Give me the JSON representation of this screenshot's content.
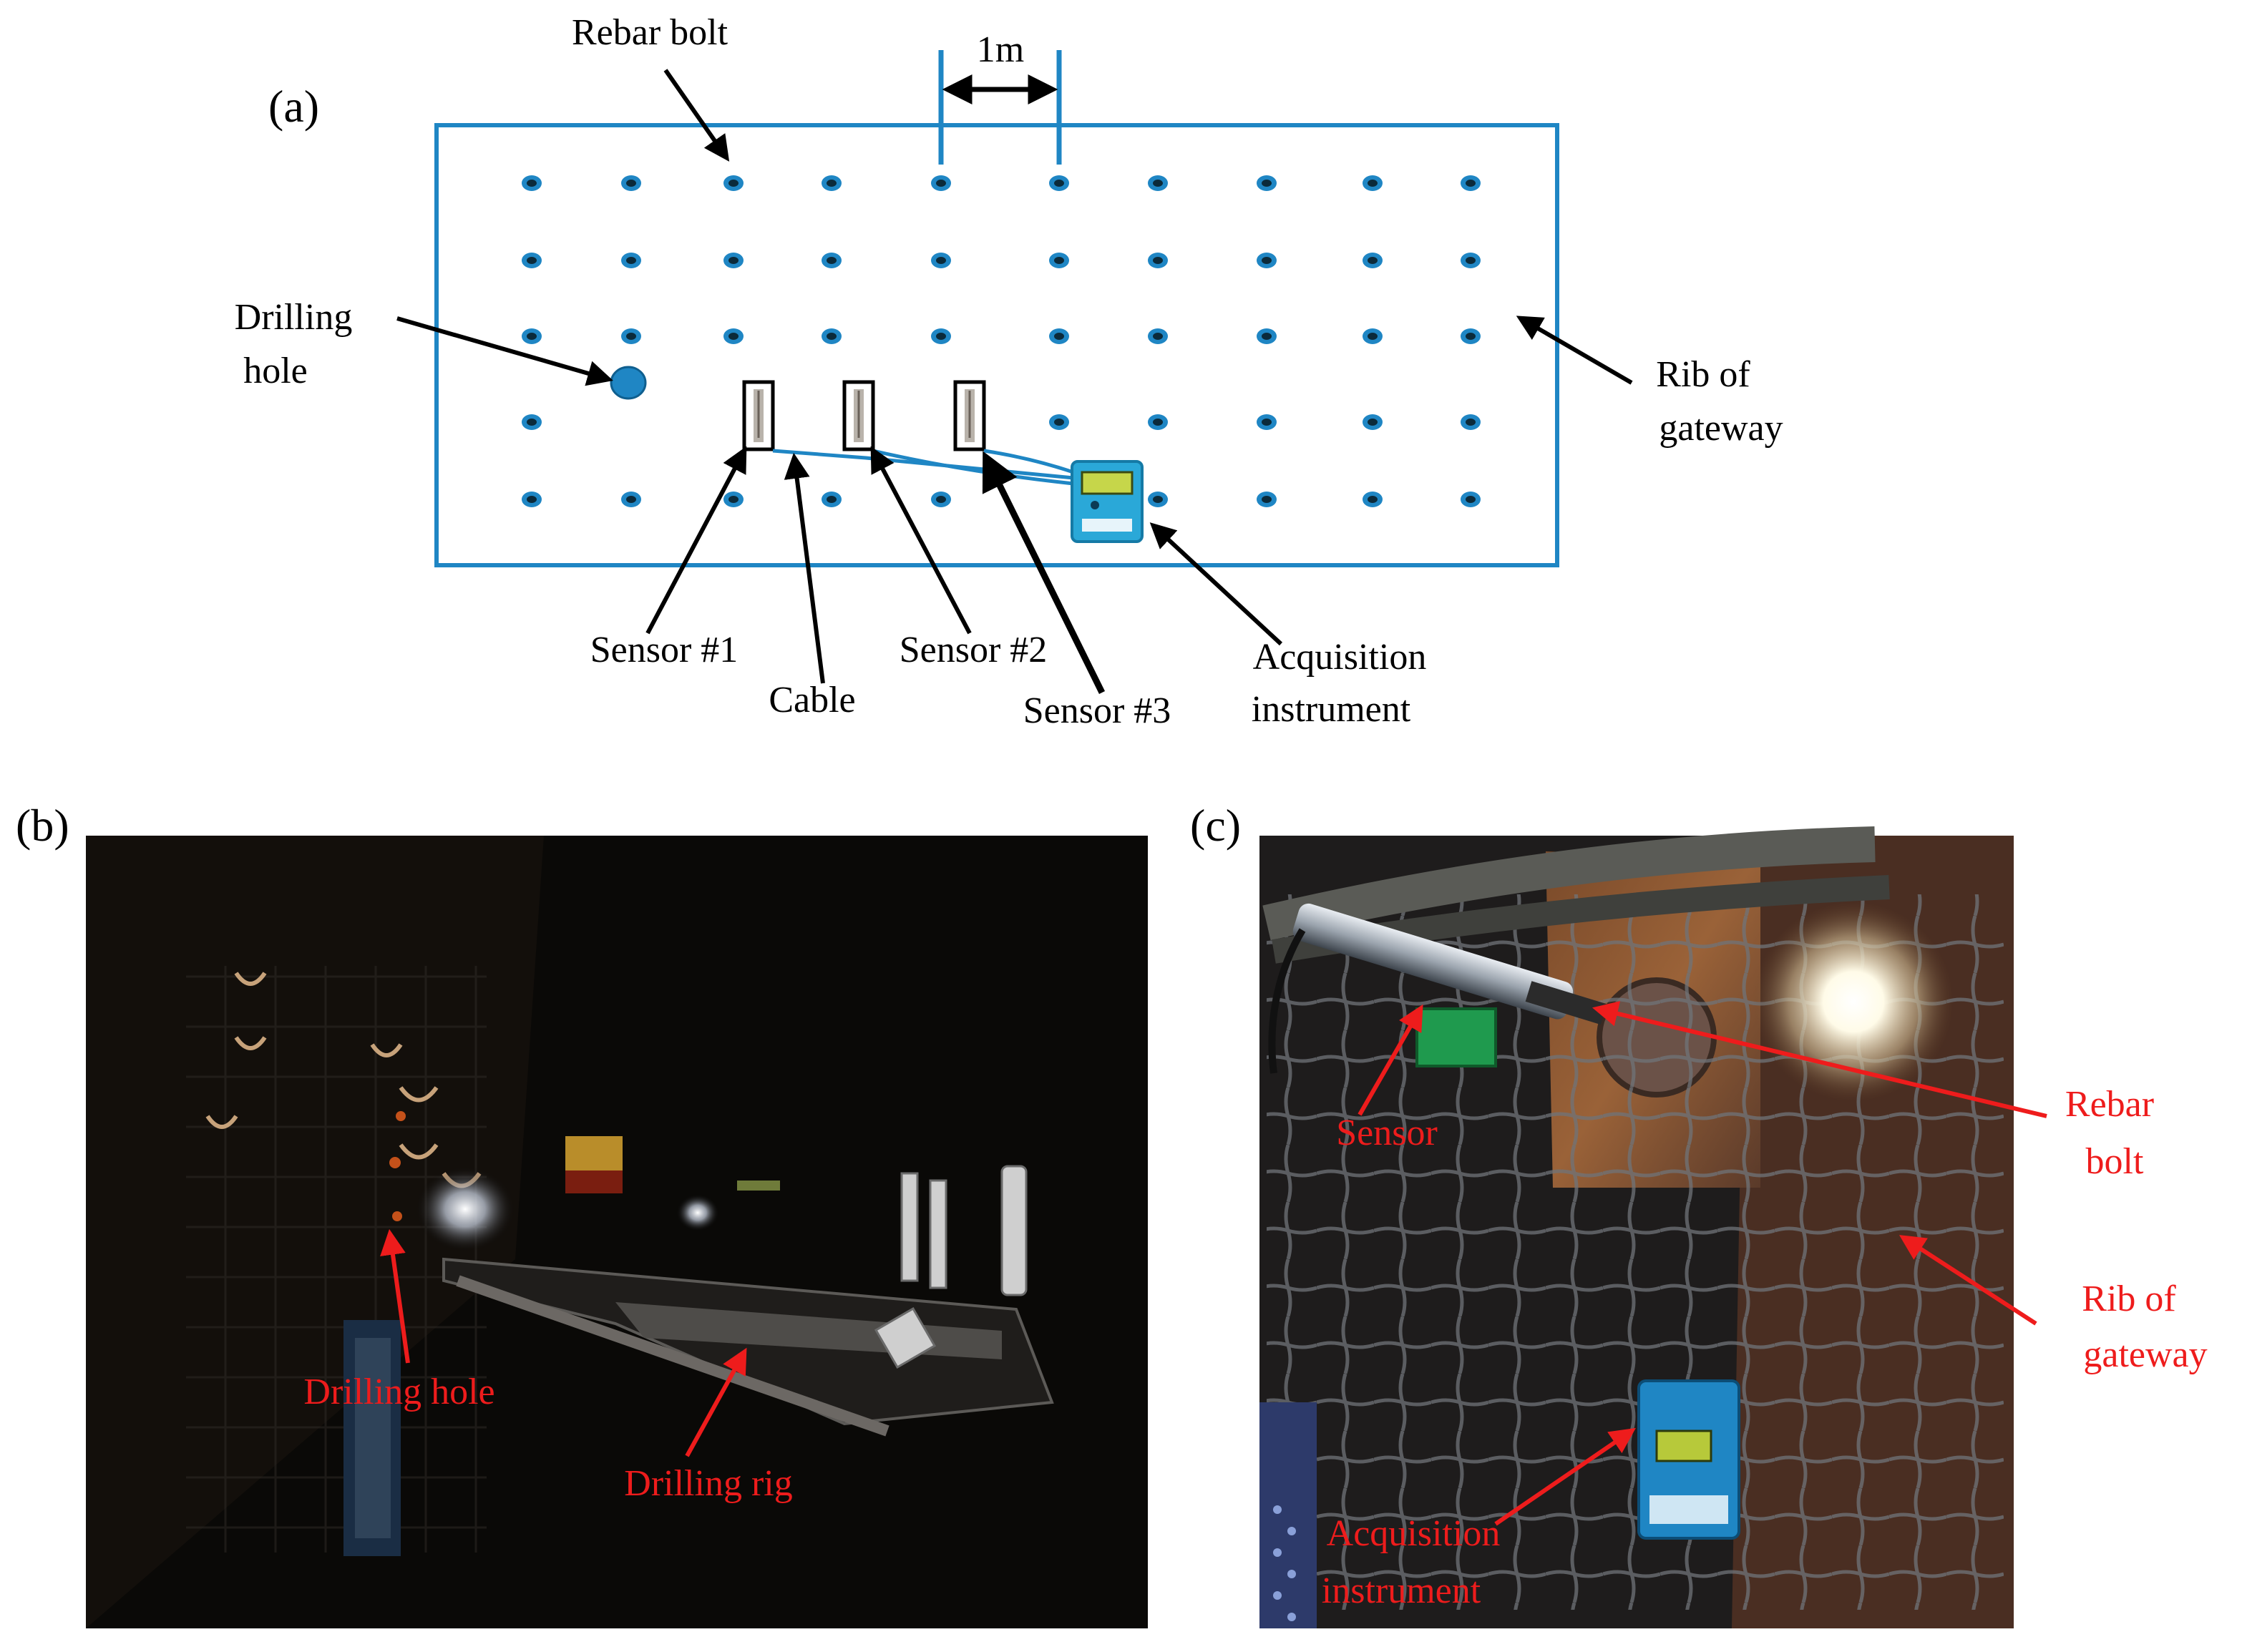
{
  "panel_a": {
    "tag": "(a)",
    "spacing_label": "1m",
    "labels": {
      "rebar_bolt": "Rebar bolt",
      "drilling_hole_1": "Drilling",
      "drilling_hole_2": "hole",
      "rib_1": "Rib of",
      "rib_2": "gateway",
      "sensor1": "Sensor #1",
      "cable": "Cable",
      "sensor2": "Sensor #2",
      "sensor3": "Sensor #3",
      "acq_1": "Acquisition",
      "acq_2": "instrument"
    },
    "bolt_grid": {
      "rows": 5,
      "cols": 10
    }
  },
  "panel_b": {
    "tag": "(b)",
    "labels": {
      "drilling_hole": "Drilling hole",
      "drilling_rig": "Drilling rig"
    }
  },
  "panel_c": {
    "tag": "(c)",
    "labels": {
      "sensor": "Sensor",
      "rebar_1": "Rebar",
      "rebar_2": "bolt",
      "rib_1": "Rib of",
      "rib_2": "gateway",
      "acq_1": "Acquisition",
      "acq_2": "instrument"
    }
  },
  "colors": {
    "diagram_blue": "#1f86c4",
    "bolt_dark": "#0b2a3a",
    "annotation_red": "#ee1c1c",
    "photo_dark": "#0a0907"
  }
}
